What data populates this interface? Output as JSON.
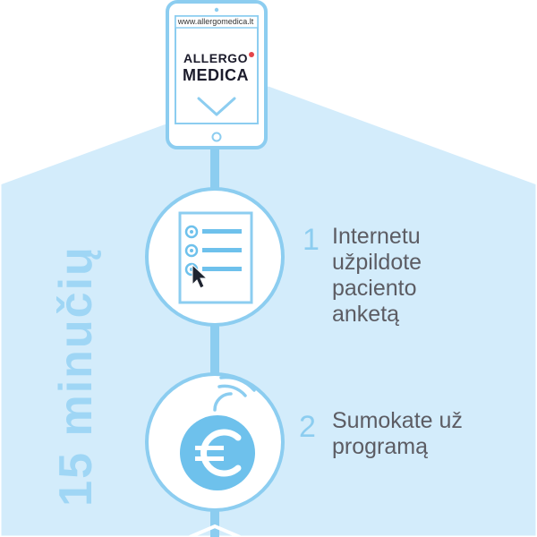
{
  "browser": {
    "url": "www.allergomedica.lt"
  },
  "logo": {
    "line1": "ALLERGO",
    "line2": "MEDICA"
  },
  "side_title": "15 minučių",
  "steps": [
    {
      "number": "1",
      "text": [
        "Internetu",
        "užpildote",
        "paciento",
        "anketą"
      ]
    },
    {
      "number": "2",
      "text": [
        "Sumokate už",
        "programą"
      ]
    }
  ],
  "colors": {
    "background_hexagon": "#d3ecfb",
    "accent": "#8ccdf0",
    "dark_accent": "#6ec1ec",
    "text": "#5c5c63",
    "logo_dot": "#e4464b"
  },
  "icons": [
    "tablet-icon",
    "chevron-down-icon",
    "checklist-icon",
    "cursor-icon",
    "euro-coin-icon",
    "contactless-waves-icon"
  ]
}
